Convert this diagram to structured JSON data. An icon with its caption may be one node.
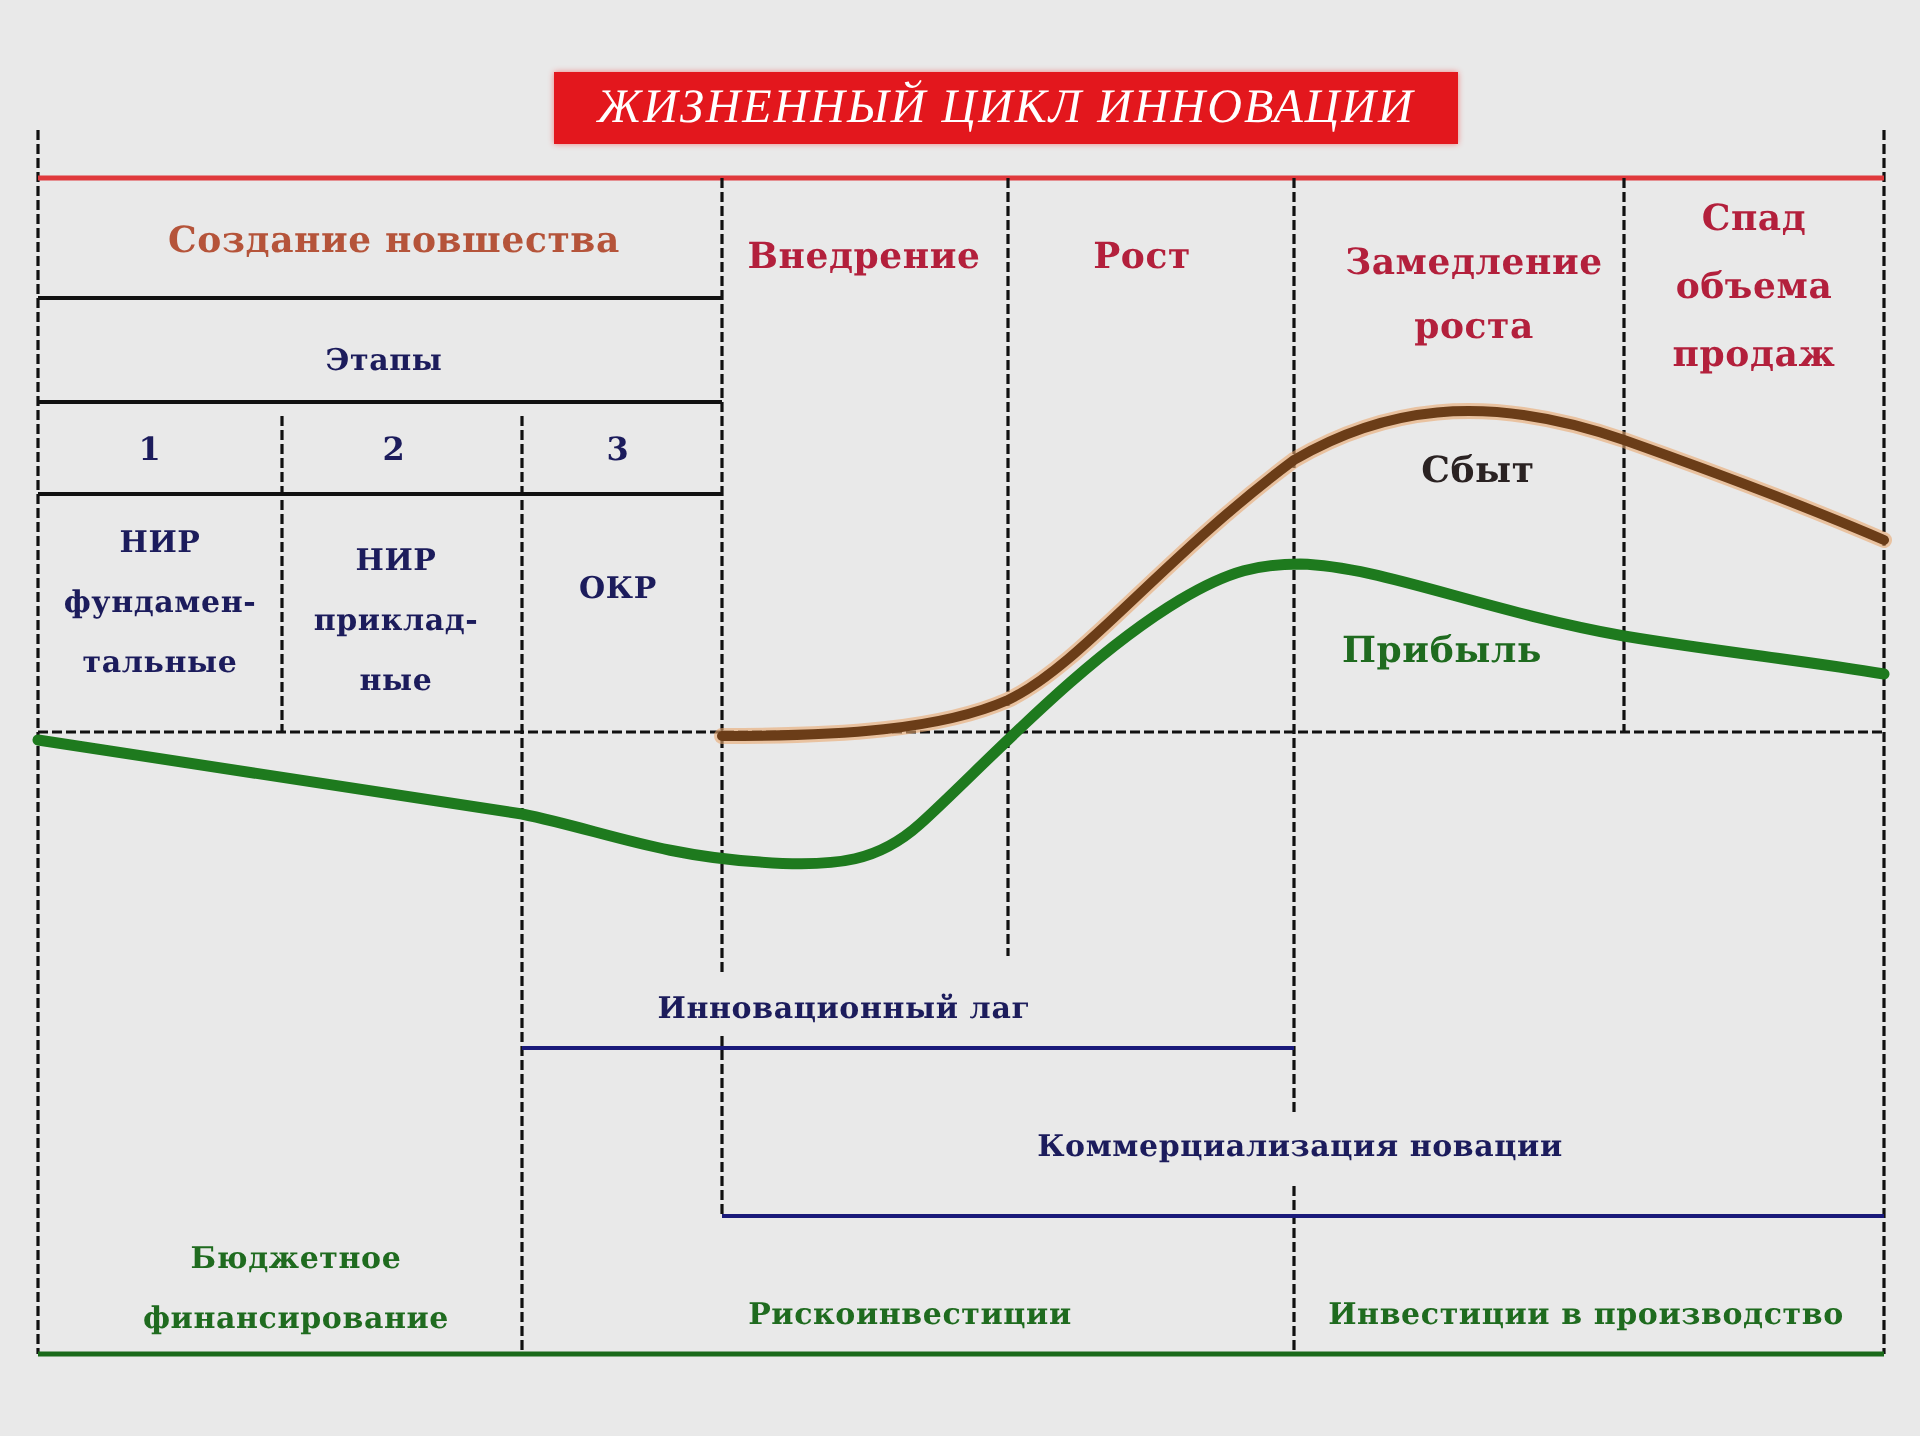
{
  "diagram": {
    "title": "ЖИЗНЕННЫЙ ЦИКЛ ИННОВАЦИИ",
    "labels": [
      "Создание новшества",
      "Внедрение",
      "Рост",
      "Замедление роста",
      "Спад объема продаж",
      "Этапы",
      "1",
      "2",
      "3",
      "НИР фундамен- тальные",
      "НИР приклад- ные",
      "ОКР",
      "Сбыт",
      "Прибыль",
      "Инновационный лаг",
      "Коммерциализация новации",
      "Бюджетное финансирование",
      "Рискоинвестиции",
      "Инвестиции в производство"
    ]
  }
}
